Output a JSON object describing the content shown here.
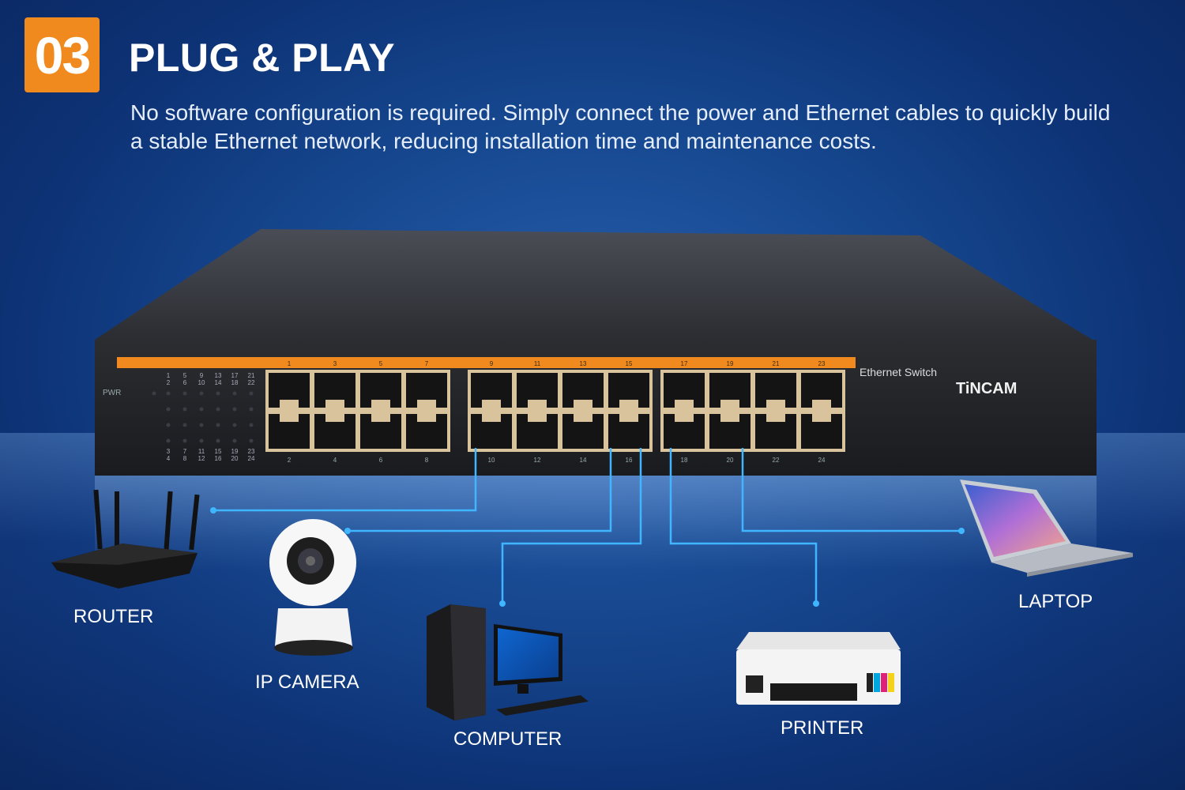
{
  "header": {
    "number": "03",
    "title": "PLUG & PLAY",
    "description": "No software configuration is required. Simply connect the power and Ethernet cables to quickly build a stable Ethernet network, reducing installation time and maintenance costs."
  },
  "switch": {
    "product_label": "Ethernet Switch",
    "brand": "TiNCAM",
    "power_label": "PWR",
    "top_port_numbers": [
      "1",
      "3",
      "5",
      "7",
      "9",
      "11",
      "13",
      "15",
      "17",
      "19",
      "21",
      "23"
    ],
    "bottom_port_numbers": [
      "2",
      "4",
      "6",
      "8",
      "10",
      "12",
      "14",
      "16",
      "18",
      "20",
      "22",
      "24"
    ],
    "led_top_rows": [
      [
        "1",
        "5",
        "9",
        "13",
        "17",
        "21"
      ],
      [
        "2",
        "6",
        "10",
        "14",
        "18",
        "22"
      ]
    ],
    "led_bottom_rows": [
      [
        "3",
        "7",
        "11",
        "15",
        "19",
        "23"
      ],
      [
        "4",
        "8",
        "12",
        "16",
        "20",
        "24"
      ]
    ]
  },
  "devices": {
    "router": "ROUTER",
    "ip_camera": "IP CAMERA",
    "computer": "COMPUTER",
    "printer": "PRINTER",
    "laptop": "LAPTOP"
  },
  "colors": {
    "accent_orange": "#f08a1e",
    "background_blue": "#174a92",
    "connection_line": "#3fb6ff"
  }
}
